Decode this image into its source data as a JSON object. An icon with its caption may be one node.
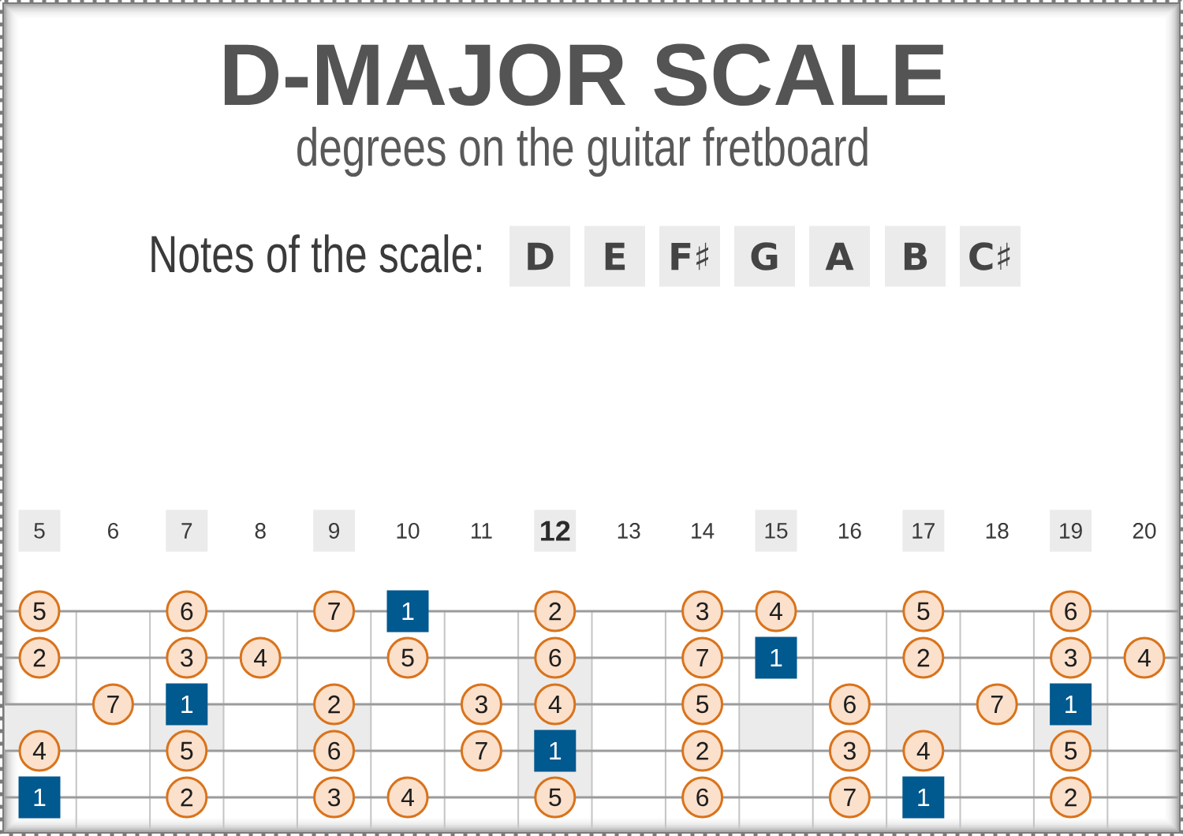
{
  "diagram": {
    "title": "D-MAJOR SCALE",
    "nodes": [
      {
        "text": [
          "D"
        ]
      },
      {
        "text": [
          "E"
        ]
      },
      {
        "text": [
          "F♯"
        ]
      },
      {
        "text": [
          "G"
        ]
      },
      {
        "text": [
          "A"
        ]
      },
      {
        "text": [
          "B"
        ]
      },
      {
        "text": [
          "C♯"
        ]
      },
      {
        "text": [
          "5"
        ]
      },
      {
        "text": [
          "7"
        ]
      },
      {
        "text": [
          "9"
        ]
      },
      {
        "text": [
          "12"
        ]
      },
      {
        "text": [
          "15"
        ]
      },
      {
        "text": [
          "17"
        ]
      },
      {
        "text": [
          "19"
        ]
      },
      {
        "text": [
          "5"
        ]
      },
      {
        "text": [
          "6"
        ]
      },
      {
        "text": [
          "7"
        ]
      },
      {
        "text": [
          "1"
        ]
      },
      {
        "text": [
          "2"
        ]
      },
      {
        "text": [
          "3"
        ]
      },
      {
        "text": [
          "4"
        ]
      },
      {
        "text": [
          "5"
        ]
      },
      {
        "text": [
          "6"
        ]
      },
      {
        "text": [
          "2"
        ]
      },
      {
        "text": [
          "3"
        ]
      },
      {
        "text": [
          "4"
        ]
      },
      {
        "text": [
          "5"
        ]
      },
      {
        "text": [
          "6"
        ]
      },
      {
        "text": [
          "7"
        ]
      },
      {
        "text": [
          "1"
        ]
      },
      {
        "text": [
          "2"
        ]
      },
      {
        "text": [
          "3"
        ]
      },
      {
        "text": [
          "4"
        ]
      },
      {
        "text": [
          "7"
        ]
      },
      {
        "text": [
          "1"
        ]
      },
      {
        "text": [
          "2"
        ]
      },
      {
        "text": [
          "3"
        ]
      },
      {
        "text": [
          "4"
        ]
      },
      {
        "text": [
          "5"
        ]
      },
      {
        "text": [
          "6"
        ]
      },
      {
        "text": [
          "7"
        ]
      },
      {
        "text": [
          "1"
        ]
      },
      {
        "text": [
          "4"
        ]
      },
      {
        "text": [
          "5"
        ]
      },
      {
        "text": [
          "6"
        ]
      },
      {
        "text": [
          "7"
        ]
      },
      {
        "text": [
          "1"
        ]
      },
      {
        "text": [
          "2"
        ]
      },
      {
        "text": [
          "3"
        ]
      },
      {
        "text": [
          "4"
        ]
      },
      {
        "text": [
          "5"
        ]
      },
      {
        "text": [
          "1"
        ]
      },
      {
        "text": [
          "2"
        ]
      },
      {
        "text": [
          "3"
        ]
      },
      {
        "text": [
          "4"
        ]
      },
      {
        "text": [
          "5"
        ]
      },
      {
        "text": [
          "6"
        ]
      },
      {
        "text": [
          "7"
        ]
      },
      {
        "text": [
          "1"
        ]
      },
      {
        "text": [
          "2"
        ]
      }
    ],
    "labels": [
      "degrees on the guitar fretboard",
      "Notes of the scale:",
      "6",
      "8",
      "10",
      "11",
      "13",
      "14",
      "16",
      "18",
      "20"
    ]
  }
}
